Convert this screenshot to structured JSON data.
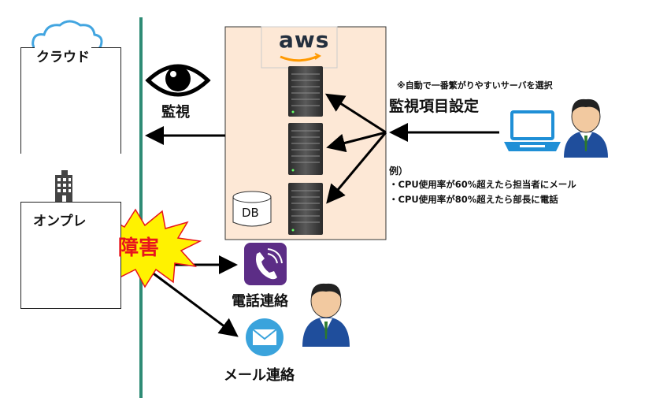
{
  "left_boxes": {
    "cloud_label": "クラウド",
    "onprem_label": "オンプレ"
  },
  "monitor_label": "監視",
  "aws_logo_text": "aws",
  "db_label": "DB",
  "incident_label": "障害",
  "note_auto": "※自動で一番繁がりやすいサーバを選択",
  "settings_title": "監視項目設定",
  "example": {
    "title": "例）",
    "line1": "・CPU使用率が60%超えたら担当者にメール",
    "line2": "・CPU使用率が80%超えたら部長に電話"
  },
  "phone_label": "電話連絡",
  "mail_label": "メール連絡",
  "colors": {
    "divider": "#2e8b75",
    "aws_bg": "#fde8d6",
    "phone_bg": "#5c2d86",
    "mail_bg": "#3aa3dc",
    "person_suit": "#1f4e9c",
    "cloud_blue": "#42a5e0",
    "burst_yellow": "#fff200",
    "burst_red": "#e8141c"
  }
}
